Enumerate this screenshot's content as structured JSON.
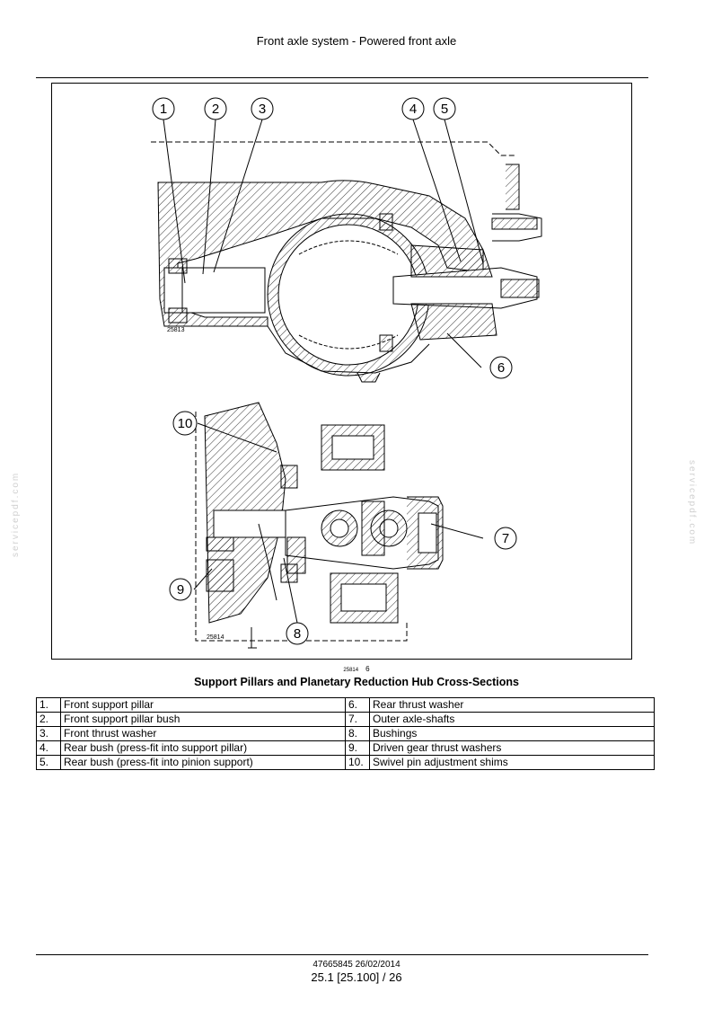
{
  "header": {
    "title": "Front axle system - Powered front axle"
  },
  "figure": {
    "image_codes": [
      "25813",
      "25814"
    ],
    "callouts": [
      "1",
      "2",
      "3",
      "4",
      "5",
      "6",
      "7",
      "8",
      "9",
      "10"
    ],
    "ref_code": "25814",
    "ref_number": "6",
    "caption": "Support Pillars and Planetary Reduction Hub Cross-Sections"
  },
  "legend": [
    {
      "left_num": "1.",
      "left_text": "Front support pillar",
      "right_num": "6.",
      "right_text": "Rear thrust washer"
    },
    {
      "left_num": "2.",
      "left_text": "Front support pillar bush",
      "right_num": "7.",
      "right_text": "Outer axle-shafts"
    },
    {
      "left_num": "3.",
      "left_text": "Front thrust washer",
      "right_num": "8.",
      "right_text": "Bushings"
    },
    {
      "left_num": "4.",
      "left_text": "Rear bush (press-fit into support pillar)",
      "right_num": "9.",
      "right_text": "Driven gear thrust washers"
    },
    {
      "left_num": "5.",
      "left_text": "Rear bush (press-fit into pinion support)",
      "right_num": "10.",
      "right_text": "Swivel pin adjustment shims"
    }
  ],
  "watermark": "servicepdf.com",
  "footer": {
    "doc_ref": "47665845 26/02/2014",
    "page": "25.1 [25.100] / 26"
  }
}
